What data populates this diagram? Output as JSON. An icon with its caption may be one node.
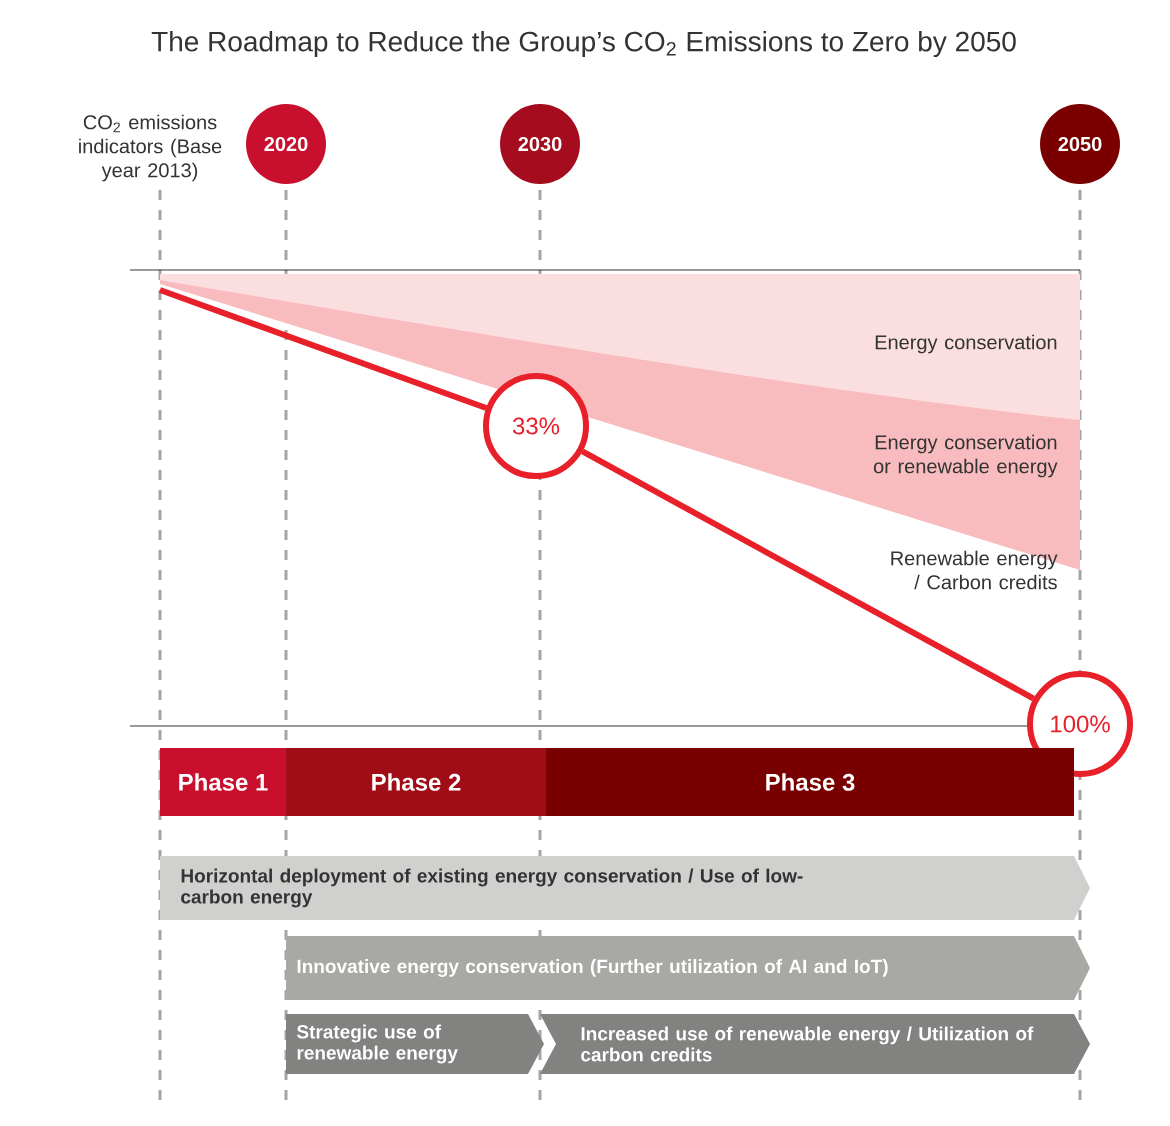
{
  "diagram": {
    "title": "The Roadmap to Reduce the Group’s CO$_{2}$ Emissions to Zero by 2050",
    "nodes": [
      {
        "text": [
          "2020"
        ]
      },
      {
        "text": [
          "2030"
        ]
      },
      {
        "text": [
          "2050"
        ]
      },
      {
        "text": [
          "33%"
        ]
      },
      {
        "text": [
          "100%"
        ]
      },
      {
        "text": [
          "Phase 1"
        ]
      },
      {
        "text": [
          "Phase 2"
        ]
      },
      {
        "text": [
          "Phase 3"
        ]
      },
      {
        "text": [
          "Horizontal deployment of existing energy conservation / Use of low-carbon energy"
        ]
      },
      {
        "text": [
          "Innovative energy conservation (Further utilization of AI and IoT)"
        ]
      },
      {
        "text": [
          "Strategic use of renewable energy"
        ]
      },
      {
        "text": [
          "Increased use of renewable energy / Utilization of carbon credits"
        ]
      }
    ],
    "edges": [
      {
        "from": null,
        "to": 3,
        "arrow": "none"
      },
      {
        "from": 3,
        "to": 4,
        "arrow": "none"
      }
    ],
    "labels": [
      "CO$_{2}$ emissions indicators (Base year 2013)",
      "Energy conservation",
      "Energy conservation or renewable energy",
      "Renewable energy / Carbon credits"
    ]
  }
}
